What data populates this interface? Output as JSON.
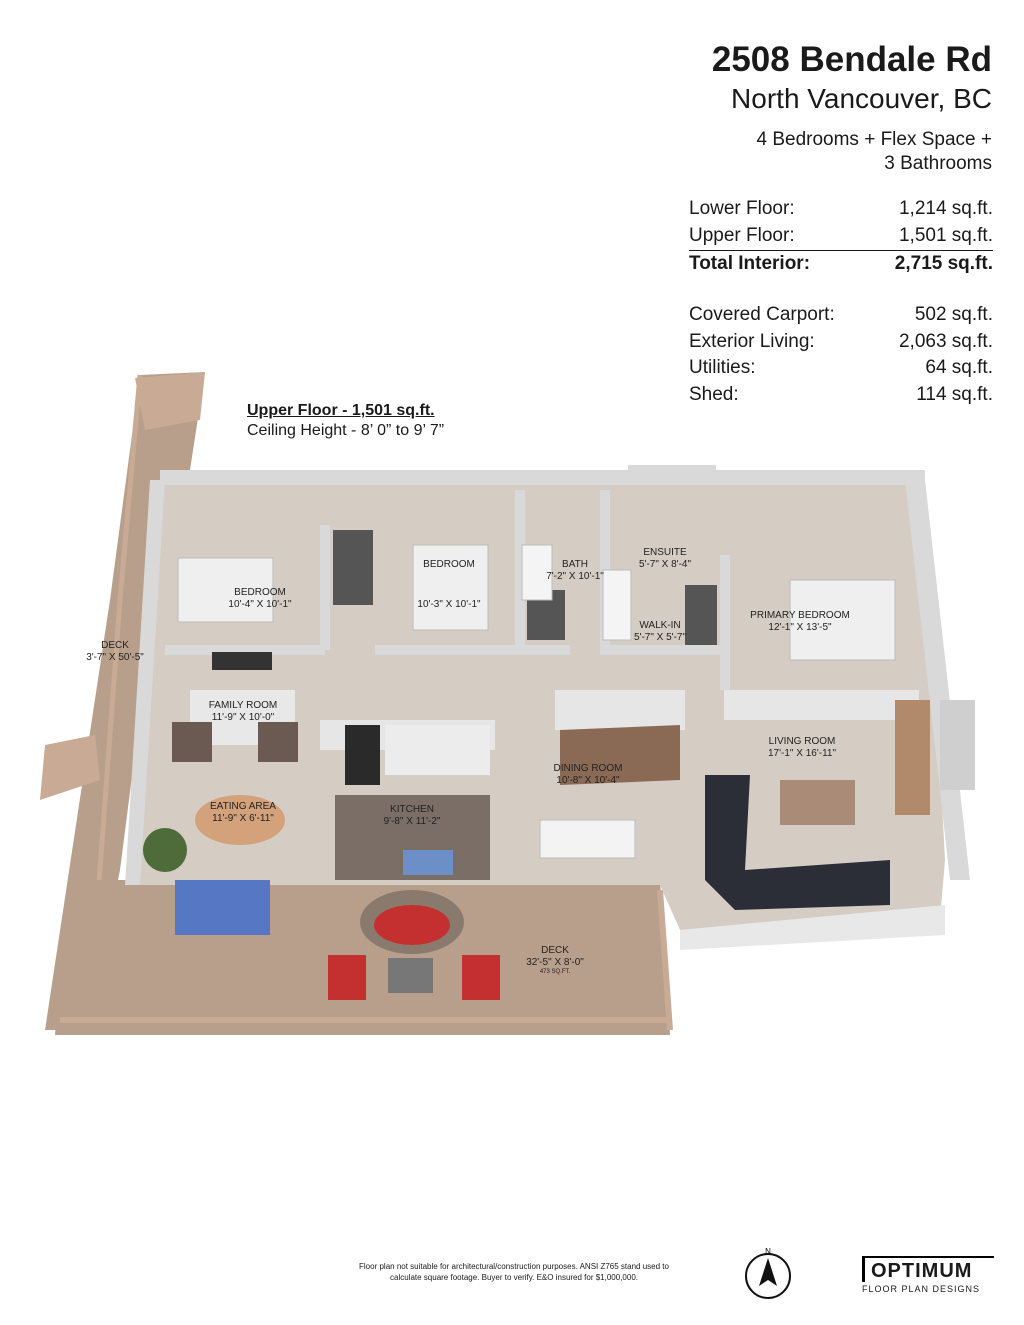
{
  "header": {
    "title": "2508 Bendale Rd",
    "city": "North Vancouver, BC",
    "rooms_line1": "4 Bedrooms + Flex Space +",
    "rooms_line2": "3 Bathrooms"
  },
  "interior_areas": [
    {
      "label": "Lower Floor:",
      "value": "1,214 sq.ft."
    },
    {
      "label": "Upper Floor:",
      "value": "1,501 sq.ft."
    },
    {
      "label": "Total Interior:",
      "value": "2,715 sq.ft."
    }
  ],
  "exterior_areas": [
    {
      "label": "Covered Carport:",
      "value": "502 sq.ft."
    },
    {
      "label": "Exterior Living:",
      "value": "2,063 sq.ft."
    },
    {
      "label": "Utilities:",
      "value": "64 sq.ft."
    },
    {
      "label": "Shed:",
      "value": "114 sq.ft."
    }
  ],
  "floor": {
    "heading": "Upper Floor - 1,501 sq.ft.",
    "ceiling": "Ceiling Height - 8’ 0” to 9’ 7”"
  },
  "rooms": {
    "deck_side": {
      "name": "DECK",
      "dims": "3'-7\" X 50'-5\""
    },
    "bedroom_1": {
      "name": "BEDROOM",
      "dims": "10'-4\" X 10'-1\""
    },
    "bedroom_2": {
      "name": "BEDROOM",
      "dims": "10'-3\" X 10'-1\""
    },
    "bath": {
      "name": "BATH",
      "dims": "7'-2\" X 10'-1\""
    },
    "ensuite": {
      "name": "ENSUITE",
      "dims": "5'-7\" X 8'-4\""
    },
    "walk_in": {
      "name": "WALK-IN",
      "dims": "5'-7\" X 5'-7\""
    },
    "primary_bedroom": {
      "name": "PRIMARY BEDROOM",
      "dims": "12'-1\" X 13'-5\""
    },
    "family_room": {
      "name": "FAMILY ROOM",
      "dims": "11'-9\" X 10'-0\""
    },
    "living_room": {
      "name": "LIVING ROOM",
      "dims": "17'-1\" X 16'-11\""
    },
    "dining_room": {
      "name": "DINING ROOM",
      "dims": "10'-8\" X 10'-4\""
    },
    "eating_area": {
      "name": "EATING AREA",
      "dims": "11'-9\" X 6'-11\""
    },
    "kitchen": {
      "name": "KITCHEN",
      "dims": "9'-8\" X 11'-2\""
    },
    "deck_main": {
      "name": "DECK",
      "dims": "32'-5\" X 8'-0\"",
      "area": "473 SQ.FT."
    }
  },
  "footer": {
    "disclaimer_line1": "Floor plan not suitable for architectural/construction purposes. ANSI Z765 stand used to",
    "disclaimer_line2": "calculate square footage. Buyer to verify.  E&O insured for $1,000,000.",
    "compass_letter": "N",
    "logo_name": "OPTIMUM",
    "logo_tagline": "FLOOR PLAN DESIGNS"
  },
  "colors": {
    "wall": "#d9d9d9",
    "floor": "#d5ccc4",
    "deck": "#b89f8c",
    "railing": "#c9ab95"
  }
}
